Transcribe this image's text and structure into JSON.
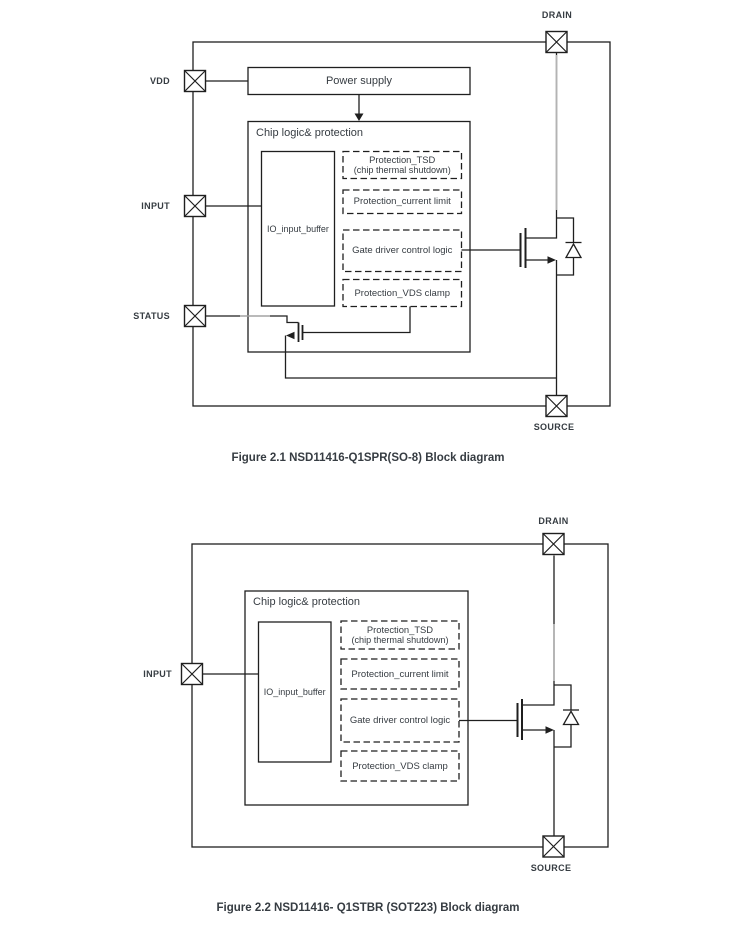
{
  "colors": {
    "line": "#1f1f1f",
    "gray_line": "#b3b3b3",
    "text": "#363c42",
    "background": "#ffffff"
  },
  "figure1": {
    "caption": "Figure 2.1 NSD11416-Q1SPR(SO-8) Block diagram",
    "pins": {
      "drain": "DRAIN",
      "source": "SOURCE",
      "vdd": "VDD",
      "input": "INPUT",
      "status": "STATUS"
    },
    "power_supply_label": "Power supply",
    "chip_title": "Chip logic& protection",
    "io_buffer_label": "IO_input_buffer",
    "protection_tsd_line1": "Protection_TSD",
    "protection_tsd_line2": "(chip thermal shutdown)",
    "protection_current_limit": "Protection_current limit",
    "gate_driver": "Gate driver control logic",
    "protection_vds_clamp": "Protection_VDS clamp"
  },
  "figure2": {
    "caption": "Figure 2.2 NSD11416- Q1STBR (SOT223) Block diagram",
    "pins": {
      "drain": "DRAIN",
      "source": "SOURCE",
      "input": "INPUT"
    },
    "chip_title": "Chip logic& protection",
    "io_buffer_label": "IO_input_buffer",
    "protection_tsd_line1": "Protection_TSD",
    "protection_tsd_line2": "(chip thermal shutdown)",
    "protection_current_limit": "Protection_current limit",
    "gate_driver": "Gate driver control logic",
    "protection_vds_clamp": "Protection_VDS clamp"
  }
}
